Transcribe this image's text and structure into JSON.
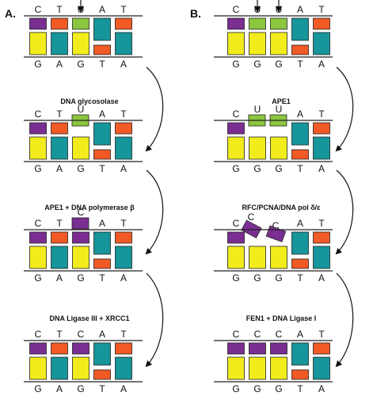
{
  "colors": {
    "purple": "#7a2e91",
    "orange": "#f15a24",
    "green": "#8cc63f",
    "teal": "#16959a",
    "yellow": "#f2ec1d",
    "line": "#222222"
  },
  "panels": [
    {
      "letter": "A.",
      "top_letters": [
        "C",
        "T",
        "U",
        "A",
        "T"
      ],
      "bottom_letters": [
        "G",
        "A",
        "G",
        "T",
        "A"
      ],
      "steps": [
        {
          "label": "",
          "extra": []
        },
        {
          "label": "DNA glycosolase",
          "extra": [
            "U"
          ]
        },
        {
          "label": "APE1 + DNA polymerase β",
          "extra": [
            "C"
          ]
        },
        {
          "label": "DNA Ligase III + XRCC1",
          "extra": []
        }
      ],
      "top_colors": [
        [
          "purple",
          "orange",
          "green",
          "teal",
          "orange"
        ],
        [
          "purple",
          "orange",
          "",
          "teal",
          "orange"
        ],
        [
          "purple",
          "orange",
          "purple",
          "teal",
          "orange"
        ],
        [
          "purple",
          "orange",
          "purple",
          "teal",
          "orange"
        ]
      ],
      "bottom_colors": [
        "yellow",
        "teal",
        "yellow",
        "orange",
        "teal"
      ]
    },
    {
      "letter": "B.",
      "top_letters": [
        "C",
        "U",
        "U",
        "A",
        "T"
      ],
      "bottom_letters": [
        "G",
        "G",
        "G",
        "T",
        "A"
      ],
      "steps": [
        {
          "label": "",
          "extra": []
        },
        {
          "label": "APE1",
          "extra": [
            "U",
            "U"
          ]
        },
        {
          "label": "RFC/PCNA/DNA pol δ/ε",
          "extra": [
            "C",
            "C"
          ]
        },
        {
          "label": "FEN1 + DNA Ligase I",
          "extra": []
        }
      ],
      "top_colors": [
        [
          "purple",
          "green",
          "green",
          "teal",
          "orange"
        ],
        [
          "purple",
          "",
          "",
          "teal",
          "orange"
        ],
        [
          "purple",
          "",
          "",
          "teal",
          "orange"
        ],
        [
          "purple",
          "purple",
          "purple",
          "teal",
          "orange"
        ]
      ],
      "bottom_colors": [
        "yellow",
        "yellow",
        "yellow",
        "orange",
        "teal"
      ]
    }
  ],
  "icons": [
    "down-arrow-icon",
    "curved-arrow-icon"
  ]
}
